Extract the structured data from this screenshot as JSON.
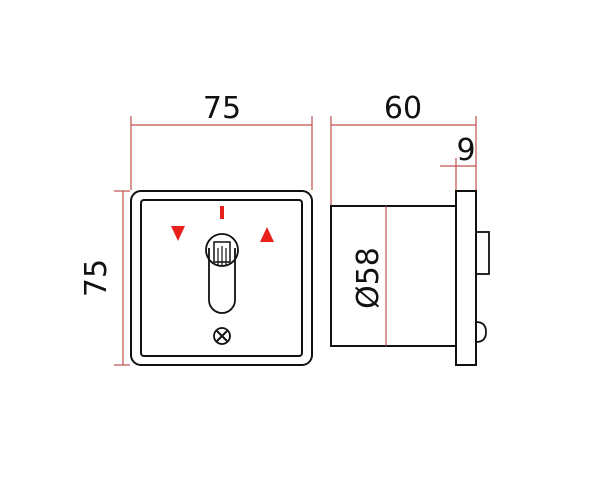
{
  "dimensions": {
    "front_width": "75",
    "front_height": "75",
    "side_depth": "60",
    "flange_thickness": "9",
    "diameter": "Ø58"
  },
  "colors": {
    "outline": "#111111",
    "dimension_line": "#c0504d",
    "marker_red": "#e8211a"
  },
  "icons": {
    "left_marker": "red-down-triangle",
    "center_marker": "red-vertical-bar",
    "right_marker": "red-up-triangle",
    "cylinder": "key-cylinder",
    "screw": "cross-screw"
  }
}
